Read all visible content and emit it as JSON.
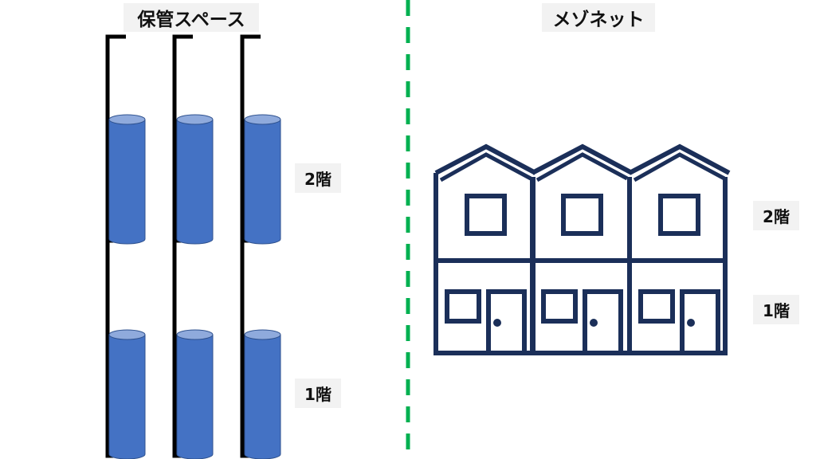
{
  "left_section": {
    "title": "保管スペース",
    "floor_upper": "2階",
    "floor_lower": "1階"
  },
  "right_section": {
    "title": "メゾネット",
    "floor_upper": "2階",
    "floor_lower": "1階"
  },
  "colors": {
    "cylinder": "#4472c4",
    "cylinder_top": "#8faadc",
    "divider": "#00b050",
    "house": "#1b2f59",
    "label_bg": "#f2f2f2"
  }
}
